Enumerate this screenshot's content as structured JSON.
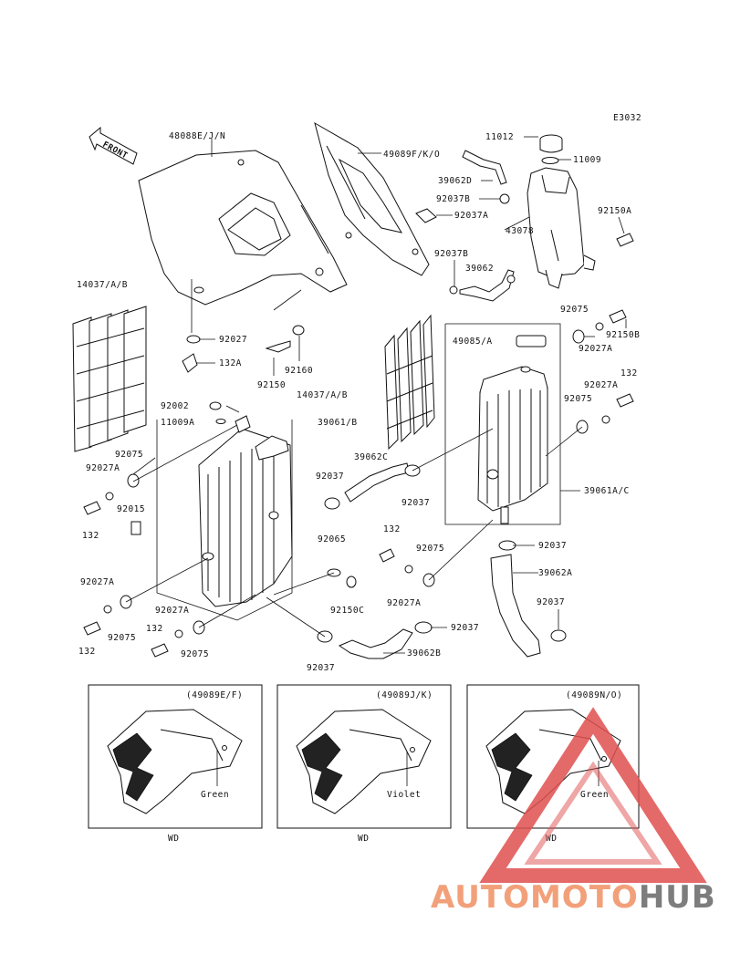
{
  "diagram_code": "E3032",
  "front_label": "FRONT",
  "part_labels": {
    "p48088": "48088E/J/N",
    "p49089fko": "49089F/K/O",
    "p11012": "11012",
    "p11009": "11009",
    "p39062d": "39062D",
    "p92037b_top": "92037B",
    "p92037a_top": "92037A",
    "p43078": "43078",
    "p92150a": "92150A",
    "p92037b_mid": "92037B",
    "p39062": "39062",
    "p14037_left": "14037/A/B",
    "p92027_top": "92027",
    "p132a": "132A",
    "p92150": "92150",
    "p92160": "92160",
    "p92075_r1": "92075",
    "p92150b": "92150B",
    "p49085": "49085/A",
    "p92027a_r1": "92027A",
    "p14037_mid": "14037/A/B",
    "p92027a_r2": "92027A",
    "p132_r": "132",
    "p92075_r2": "92075",
    "p92002": "92002",
    "p11009a": "11009A",
    "p39061b": "39061/B",
    "p39062c": "39062C",
    "p92037_l1": "92037",
    "p92037_c1": "92037",
    "p39061ac": "39061A/C",
    "p92075_l1": "92075",
    "p92027a_l1": "92027A",
    "p92015": "92015",
    "p132_l1": "132",
    "p92065": "92065",
    "p132_c": "132",
    "p92075_c": "92075",
    "p92037_r2": "92037",
    "p39062a": "39062A",
    "p92027a_l2": "92027A",
    "p92150c": "92150C",
    "p92027a_c": "92027A",
    "p92037_r3": "92037",
    "p92027a_l3": "92027A",
    "p132_l2": "132",
    "p92075_l2": "92075",
    "p132_l3": "132",
    "p92075_l3": "92075",
    "p92037_c2": "92037",
    "p92037_c3": "92037",
    "p39062b": "39062B"
  },
  "insets": [
    {
      "code": "(49089E/F)",
      "color_label": "Green",
      "note": "WD"
    },
    {
      "code": "(49089J/K)",
      "color_label": "Violet",
      "note": "WD"
    },
    {
      "code": "(49089N/O)",
      "color_label": "Green",
      "note": "WD"
    }
  ],
  "watermark": {
    "part1": "AUTOMOTO",
    "part2": "HUB",
    "color1": "#f2a07a",
    "color2": "#7d7d7d",
    "triangle_color": "#e05050"
  }
}
